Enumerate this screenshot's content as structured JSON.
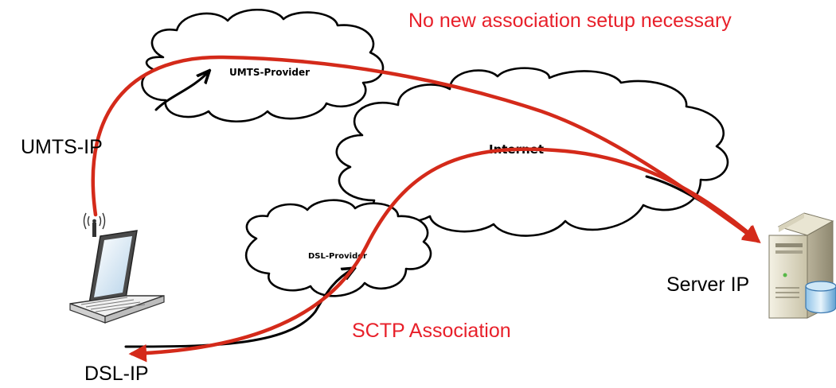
{
  "diagram": {
    "title": "No new association setup necessary",
    "association_label": "SCTP Association",
    "clouds": {
      "internet": "Internet",
      "umts_provider": "UMTS-Provider",
      "dsl_provider": "DSL-Provider"
    },
    "addresses": {
      "umts_ip": "UMTS-IP",
      "dsl_ip": "DSL-IP",
      "server_ip": "Server IP"
    },
    "icons": {
      "client": "laptop-icon",
      "server": "server-icon",
      "antenna": "antenna-icon"
    },
    "colors": {
      "association": "#d42a1a",
      "label_red": "#e8202a",
      "link": "#000000"
    }
  }
}
